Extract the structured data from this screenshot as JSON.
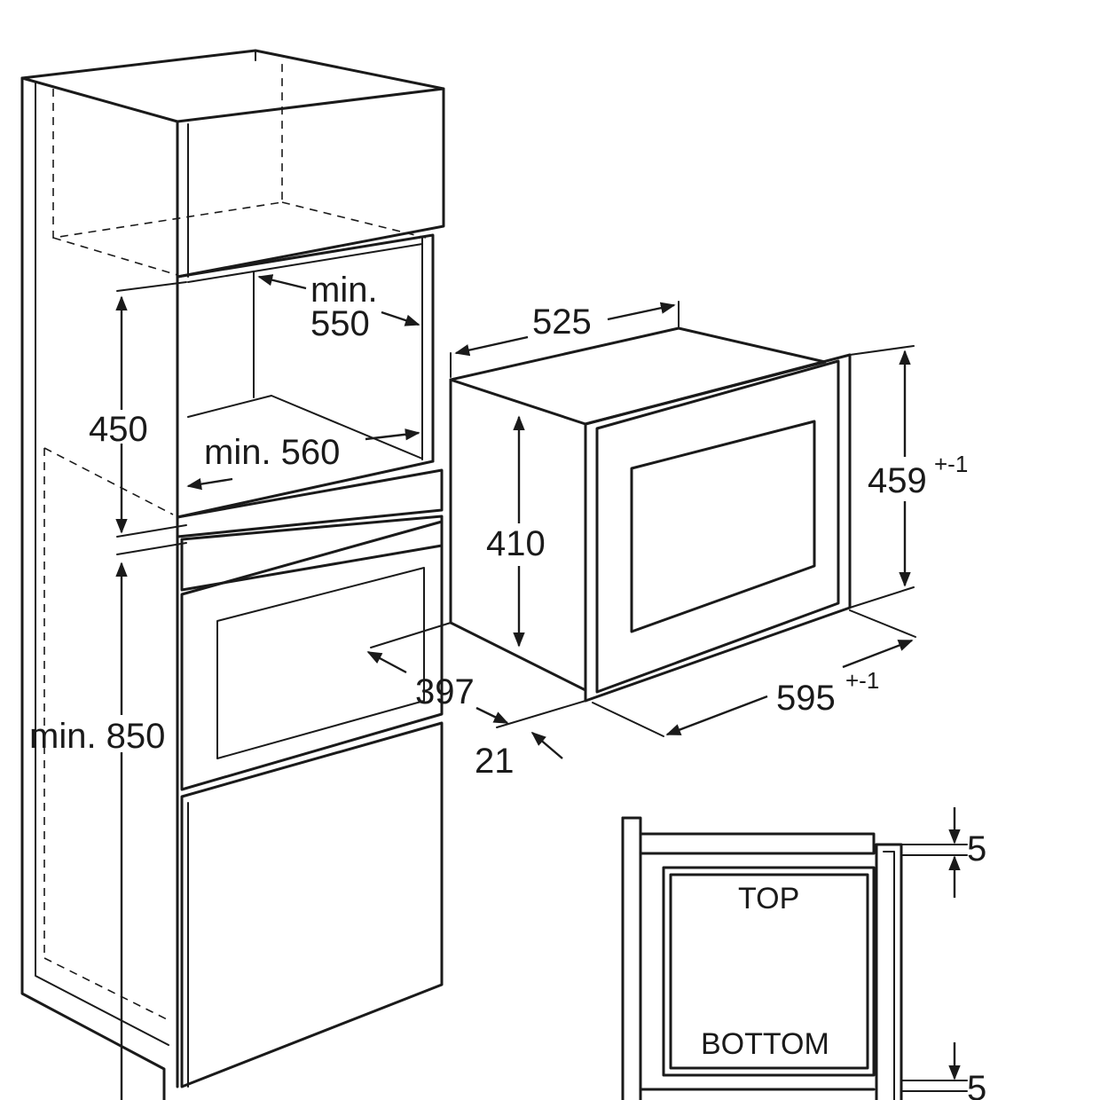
{
  "cabinet": {
    "depth_label": "min.\n550",
    "depth_label_line1": "min.",
    "depth_label_line2": "550",
    "width_label": "min. 560",
    "niche_height_label": "450",
    "floor_height_label": "min. 850"
  },
  "appliance": {
    "depth_label": "525",
    "body_height_label": "410",
    "front_height_label": "459",
    "front_height_tolerance": "+-1",
    "front_width_label": "595",
    "front_width_tolerance": "+-1",
    "door_offset_label": "397",
    "front_thickness_label": "21"
  },
  "section": {
    "top_label": "TOP",
    "bottom_label": "BOTTOM",
    "top_gap_label": "5",
    "bottom_gap_label": "5"
  }
}
